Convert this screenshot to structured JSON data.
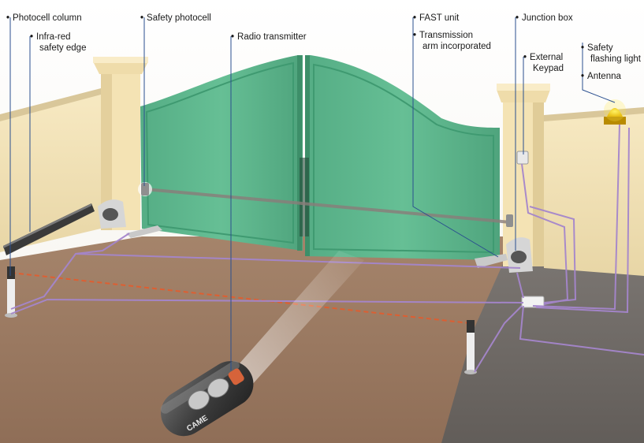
{
  "callouts": {
    "photocell_column": "Photocell column",
    "infra_red_edge_line1": "Infra-red",
    "infra_red_edge_line2": "safety edge",
    "safety_photocell": "Safety photocell",
    "radio_transmitter": "Radio transmitter",
    "fast_unit": "FAST unit",
    "transmission_arm_line1": "Transmission",
    "transmission_arm_line2": "arm incorporated",
    "junction_box": "Junction box",
    "external_keypad_line1": "External",
    "external_keypad_line2": "Keypad",
    "safety_light_line1": "Safety",
    "safety_light_line2": "flashing light",
    "antenna": "Antenna"
  },
  "bullet": "•",
  "remote_brand": "CAME",
  "colors": {
    "gate": "#5fb88e",
    "wall": "#f2e2b6",
    "wall_dark": "#c9b98e",
    "ground_left": "#9b7a62",
    "ground_right": "#6f6a66",
    "callout_line": "#2a4f8f",
    "cable": "#a586cc",
    "infrared_beam": "#e85a2a"
  }
}
